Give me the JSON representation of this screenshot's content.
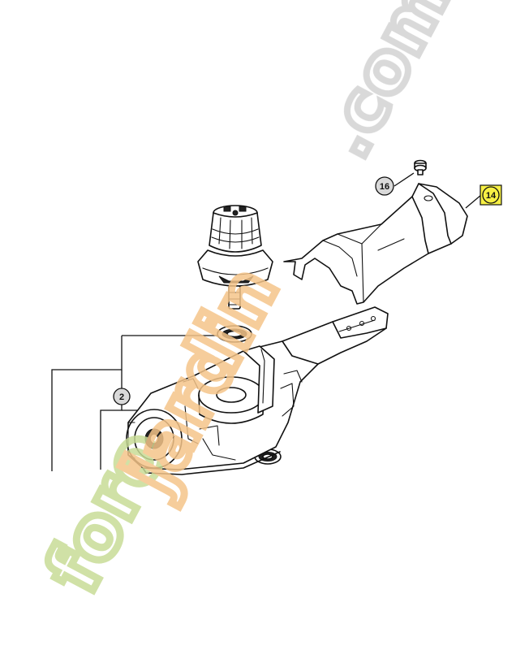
{
  "callouts": [
    {
      "number": "2",
      "highlighted": false
    },
    {
      "number": "14",
      "highlighted": true
    },
    {
      "number": "16",
      "highlighted": false
    }
  ],
  "watermark": {
    "text_front": "foro",
    "text_mid": "jardin",
    "text_end": ".com",
    "colors": {
      "green": "#c8dc96",
      "orange": "#f5c489",
      "gray": "#d2d2d2"
    }
  },
  "colors": {
    "highlight": "#f7f044",
    "callout_fill": "#d9d9d9",
    "line": "#111111"
  }
}
